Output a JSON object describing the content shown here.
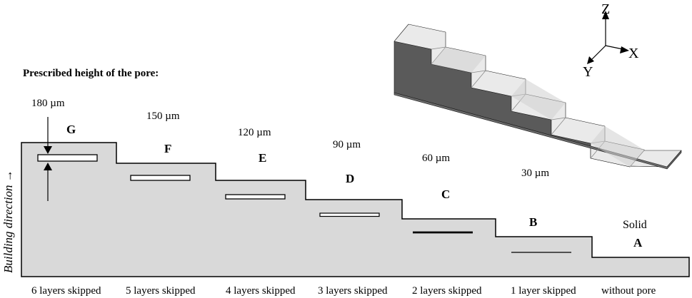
{
  "title": "Prescribed height of the pore:",
  "building_direction_label": "Building direction →",
  "axes": {
    "z": "Z",
    "x": "X",
    "y": "Y"
  },
  "steps": [
    {
      "letter": "G",
      "height": "180 µm",
      "layers": "6 layers skipped"
    },
    {
      "letter": "F",
      "height": "150 µm",
      "layers": "5 layers skipped"
    },
    {
      "letter": "E",
      "height": "120 µm",
      "layers": "4 layers skipped"
    },
    {
      "letter": "D",
      "height": "90 µm",
      "layers": "3 layers skipped"
    },
    {
      "letter": "C",
      "height": "60 µm",
      "layers": "2 layers skipped"
    },
    {
      "letter": "B",
      "height": "30 µm",
      "layers": "1 layer skipped"
    },
    {
      "letter": "A",
      "height": "Solid",
      "layers": "without pore"
    }
  ],
  "colors": {
    "profile_fill": "#d9d9d9",
    "block_top": "#eaeaea",
    "block_side": "#5a5a5a",
    "outline": "#000000"
  }
}
